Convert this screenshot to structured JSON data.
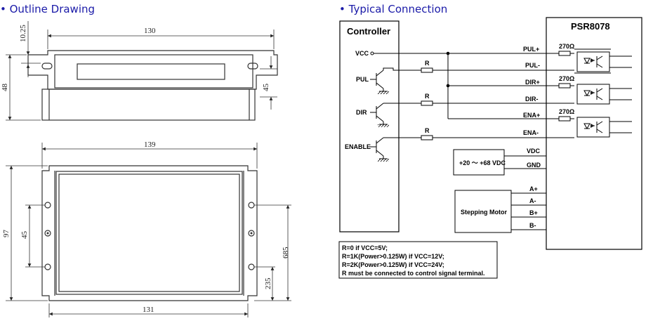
{
  "outline": {
    "title": "• Outline Drawing",
    "dims": {
      "top_width": "130",
      "tab_height": "10.25",
      "total_height": "48",
      "body_height": "45",
      "bottom_width": "139",
      "height_97": "97",
      "hole_spacing_45": "45",
      "hole_spacing_685": "685",
      "offset_235": "235",
      "base_width": "131"
    }
  },
  "connection": {
    "title": "• Typical Connection",
    "controller_label": "Controller",
    "driver_label": "PSR8078",
    "ctrl_pins": [
      "VCC",
      "PUL",
      "DIR",
      "ENABLE"
    ],
    "resistor_label": "R",
    "term_labels": [
      "PUL+",
      "PUL-",
      "DIR+",
      "DIR-",
      "ENA+",
      "ENA-"
    ],
    "res_270": "270Ω",
    "power_supply": "+20 ～ +68 VDC",
    "power_terms": [
      "VDC",
      "GND"
    ],
    "motor_label": "Stepping Motor",
    "motor_terms": [
      "A+",
      "A-",
      "B+",
      "B-"
    ],
    "notes": [
      "R=0 if VCC=5V;",
      "R=1K(Power>0.125W) if VCC=12V;",
      "R=2K(Power>0.125W) if VCC=24V;",
      "R must be connected to control signal terminal."
    ]
  }
}
